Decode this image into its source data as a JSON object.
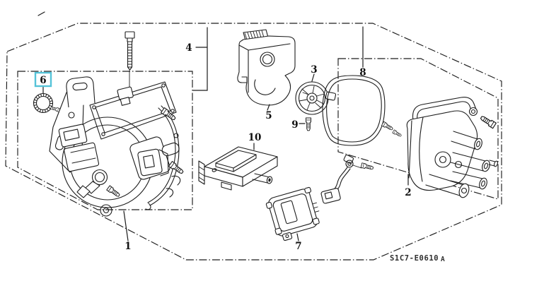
{
  "diagram": {
    "code": "S1C7-E0610",
    "code_suffix": "A",
    "highlight_color": "#55c3d8",
    "line_color": "#1c1c1c",
    "background_color": "#ffffff",
    "highlighted_callout": "6",
    "callouts": {
      "c1": "1",
      "c2": "2",
      "c3": "3",
      "c4": "4",
      "c5": "5",
      "c6": "6",
      "c7": "7",
      "c8": "8",
      "c9": "9",
      "c10": "10"
    }
  }
}
